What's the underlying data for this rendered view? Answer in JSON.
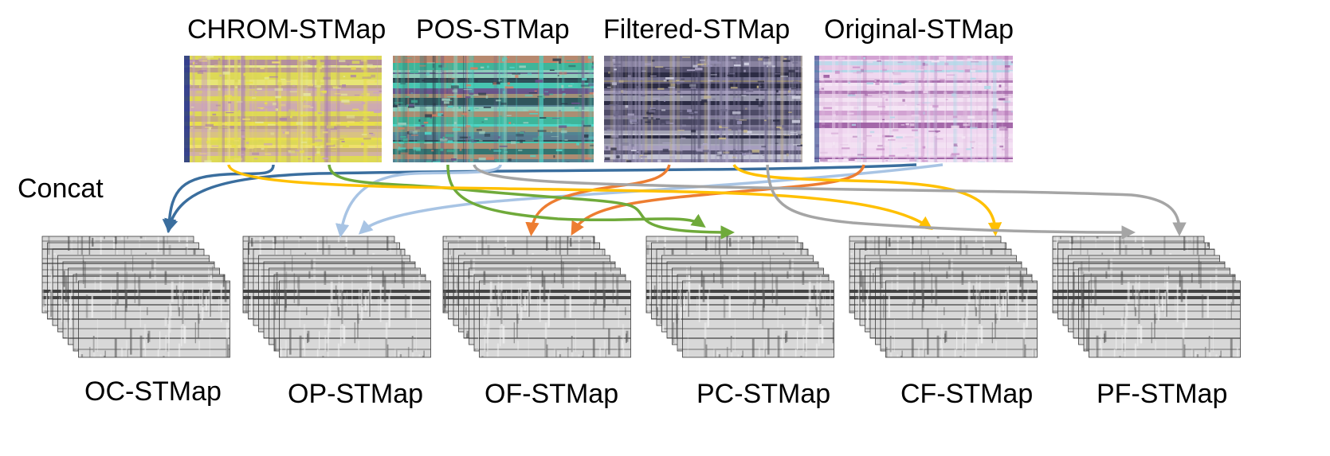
{
  "concat_label": "Concat",
  "top_maps": [
    {
      "label": "CHROM-STMap",
      "palette": [
        "#e8e04a",
        "#d9d65a",
        "#c9a0c4",
        "#f0e070",
        "#a77bb0",
        "#e6e9a0"
      ]
    },
    {
      "label": "POS-STMap",
      "palette": [
        "#3fb59a",
        "#6a4f8a",
        "#e07a60",
        "#4fd6c8",
        "#2b3a4a",
        "#a0d0c0"
      ]
    },
    {
      "label": "Filtered-STMap",
      "palette": [
        "#2c2c44",
        "#b0a8c8",
        "#d8d8e8",
        "#6f6a8a",
        "#c9b98a",
        "#9a94b8"
      ]
    },
    {
      "label": "Original-STMap",
      "palette": [
        "#f0d8f0",
        "#c890c8",
        "#b0d8e8",
        "#f5e6f5",
        "#9a5aa0",
        "#e0c0e0"
      ]
    }
  ],
  "bottom_maps": [
    {
      "label": "OC-STMap"
    },
    {
      "label": "OP-STMap"
    },
    {
      "label": "OF-STMap"
    },
    {
      "label": "PC-STMap"
    },
    {
      "label": "CF-STMap"
    },
    {
      "label": "PF-STMap"
    }
  ],
  "colors": {
    "oc": "#3a6e9e",
    "op": "#a8c4e4",
    "of": "#ed7d31",
    "pc": "#6faa3a",
    "cf": "#ffc000",
    "pf": "#a5a5a5"
  }
}
